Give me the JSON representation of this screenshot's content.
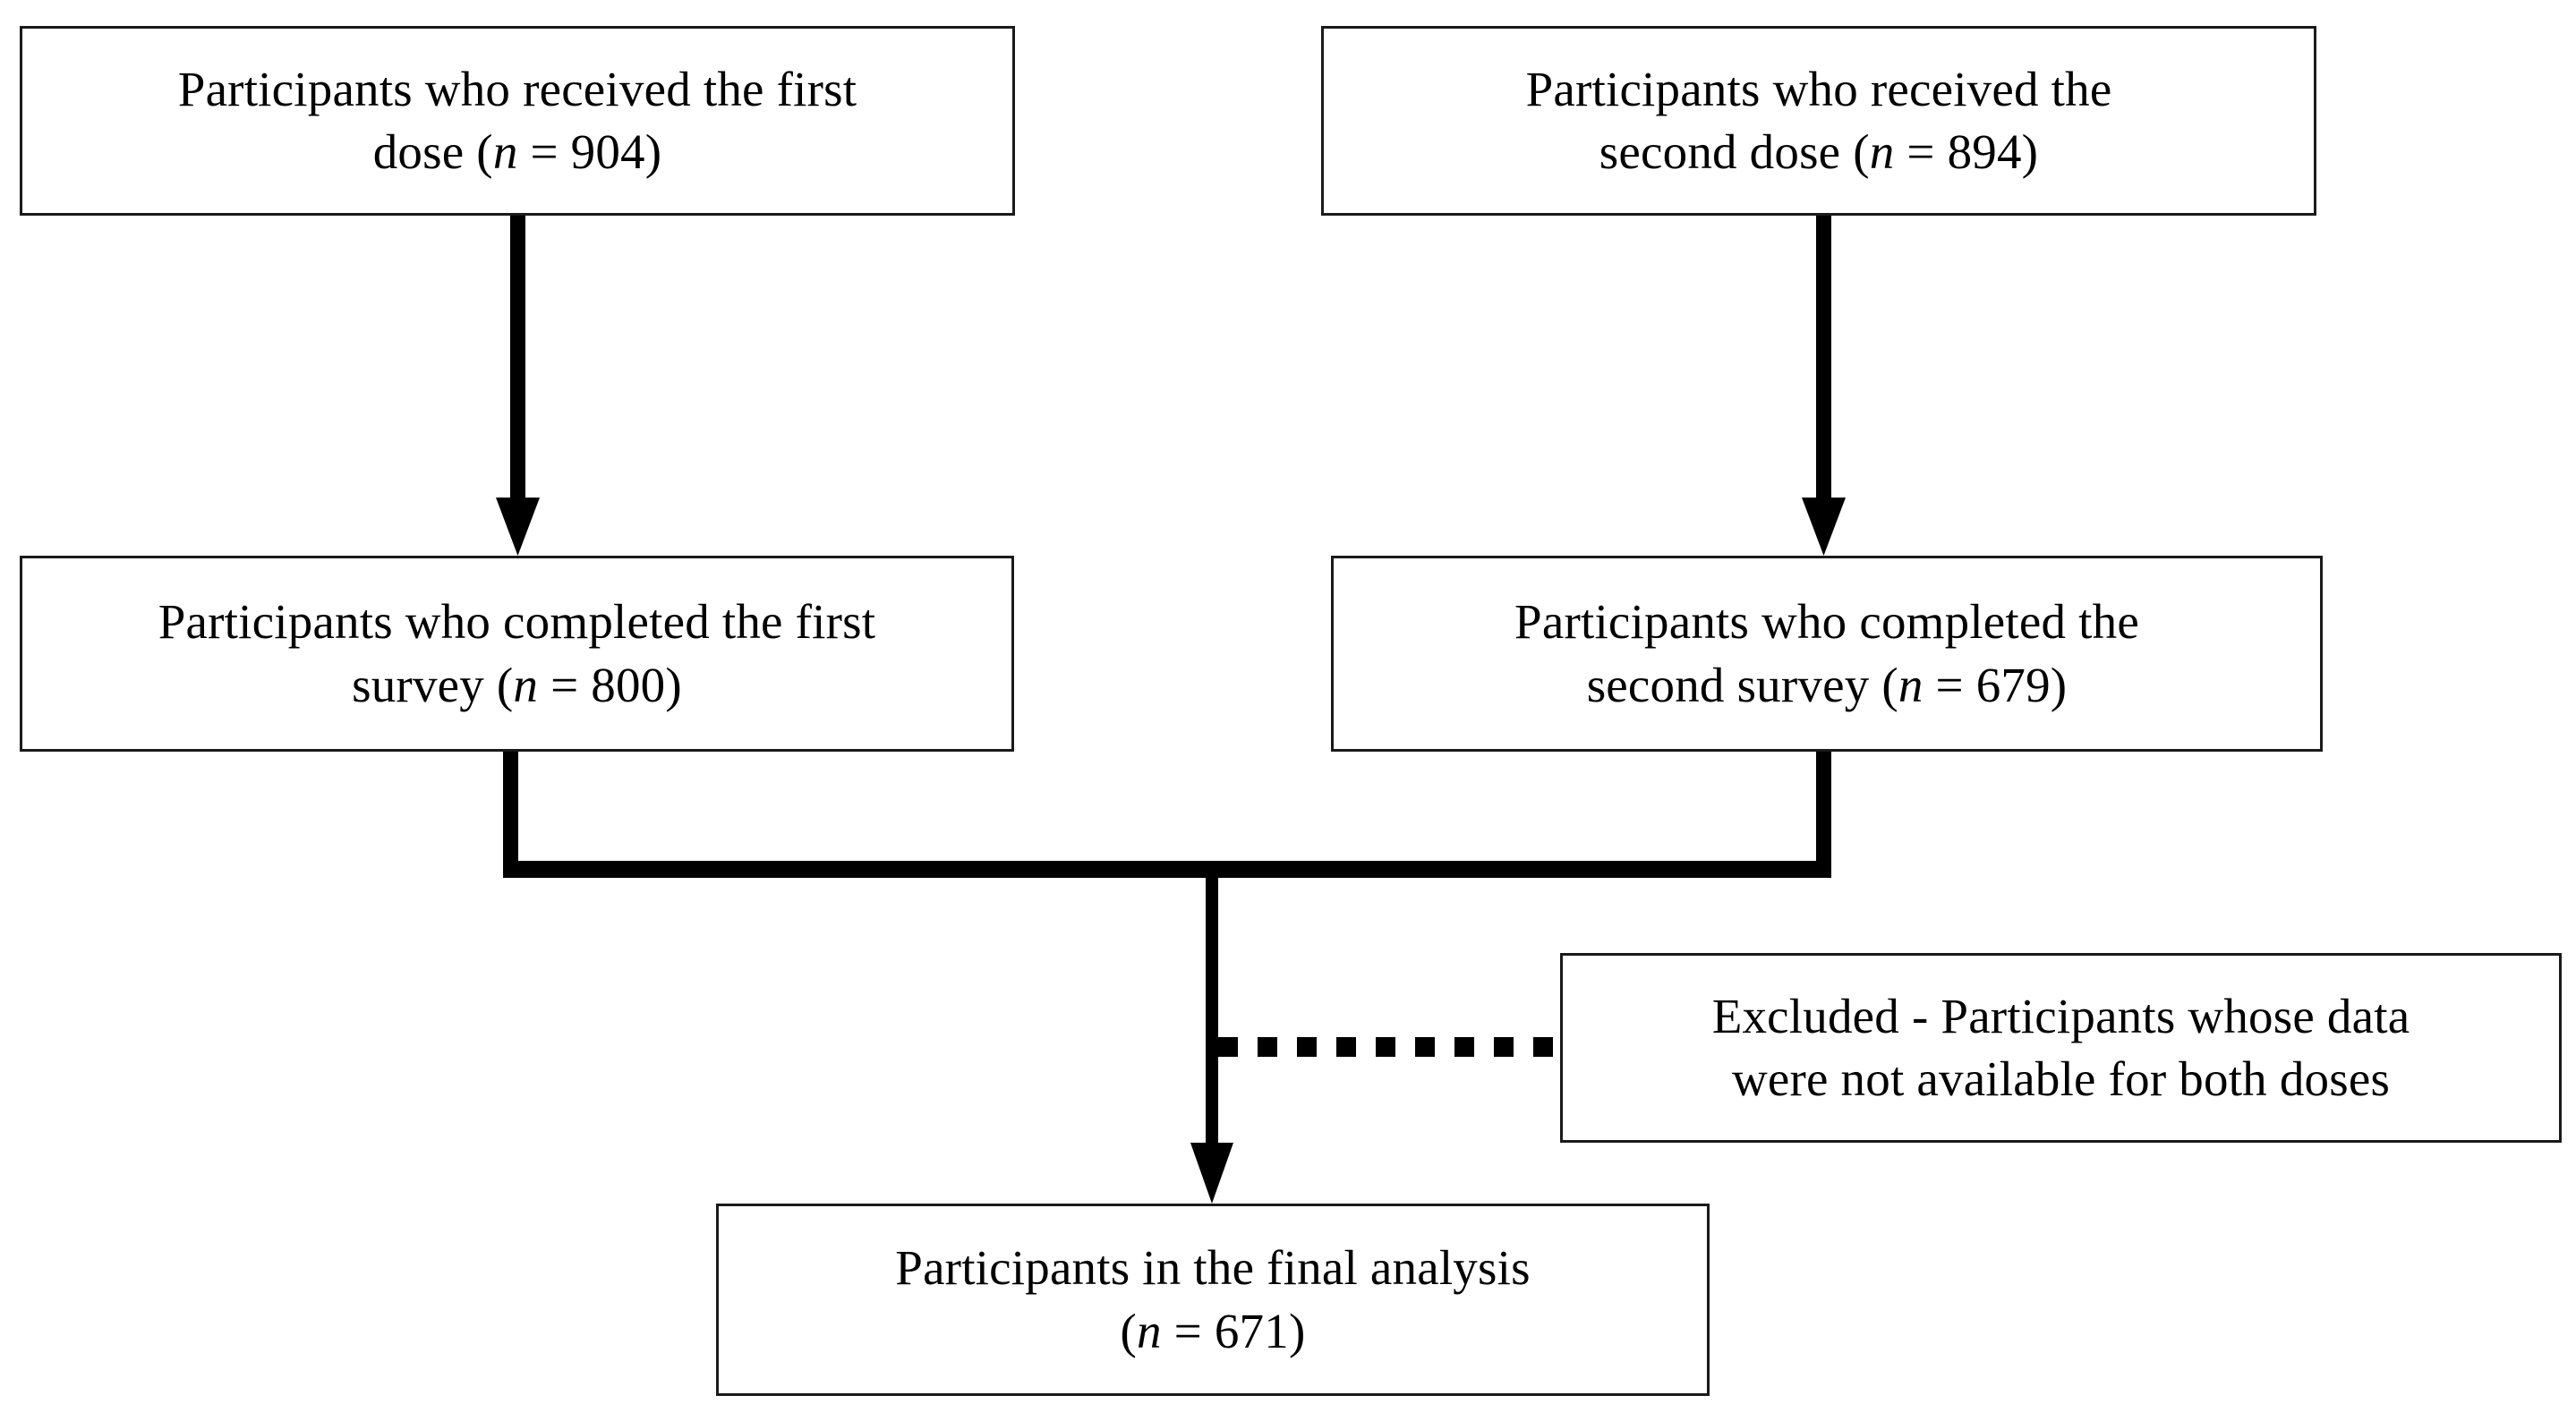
{
  "diagram": {
    "type": "participant-flow-chart",
    "title": "",
    "colors": {
      "background": "#ffffff",
      "box_border": "#1a1a1a",
      "connector": "#000000",
      "text": "#000000"
    },
    "nodes": [
      {
        "id": "first_dose",
        "label": "Participants who received the first dose (n = 904)",
        "line1": "Participants who received the first",
        "line2_pre": "dose (",
        "line2_var": "n",
        "line2_post": " = 904)",
        "n": 904
      },
      {
        "id": "second_dose",
        "label": "Participants who received the second dose (n = 894)",
        "line1": "Participants who received the",
        "line2_pre": "second dose (",
        "line2_var": "n",
        "line2_post": " = 894)",
        "n": 894
      },
      {
        "id": "first_survey",
        "label": "Participants who completed the first survey (n = 800)",
        "line1": "Participants who completed the first",
        "line2_pre": "survey (",
        "line2_var": "n",
        "line2_post": " = 800)",
        "n": 800
      },
      {
        "id": "second_survey",
        "label": "Participants who completed the second survey (n = 679)",
        "line1": "Participants who completed the",
        "line2_pre": "second survey (",
        "line2_var": "n",
        "line2_post": " = 679)",
        "n": 679
      },
      {
        "id": "excluded",
        "label": "Excluded - Participants whose data were not available for both doses",
        "line1": "Excluded - Participants whose data",
        "line2_pre": "were not available for both doses",
        "line2_var": "",
        "line2_post": "",
        "n": null
      },
      {
        "id": "final",
        "label": "Participants in the final analysis (n = 671)",
        "line1": "Participants in the final analysis",
        "line2_pre": "(",
        "line2_var": "n",
        "line2_post": " = 671)",
        "n": 671
      }
    ],
    "edges": [
      {
        "id": "edge-first-dose-to-first-survey",
        "from": "first_dose",
        "to": "first_survey",
        "style": "solid-arrow"
      },
      {
        "id": "edge-second-dose-to-second-survey",
        "from": "second_dose",
        "to": "second_survey",
        "style": "solid-arrow"
      },
      {
        "id": "edge-surveys-merge-to-final",
        "from": "first_survey+second_survey",
        "to": "final",
        "style": "solid-arrow-merge"
      },
      {
        "id": "edge-merge-to-excluded",
        "from": "merge_stem",
        "to": "excluded",
        "style": "dotted"
      }
    ]
  }
}
